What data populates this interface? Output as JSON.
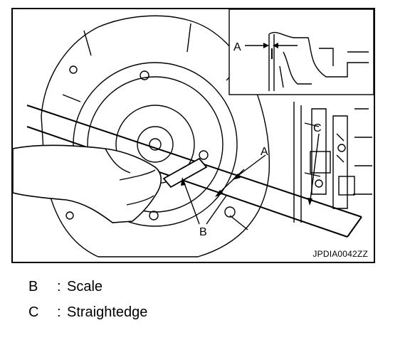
{
  "figure": {
    "labels": {
      "a_inset": "A",
      "a_main": "A",
      "b": "B",
      "c": "C"
    },
    "code": "JPDIA0042ZZ"
  },
  "legend": [
    {
      "letter": "B",
      "colon": ":",
      "text": "Scale"
    },
    {
      "letter": "C",
      "colon": ":",
      "text": "Straightedge"
    }
  ],
  "colors": {
    "line": "#000000",
    "background": "#ffffff"
  }
}
